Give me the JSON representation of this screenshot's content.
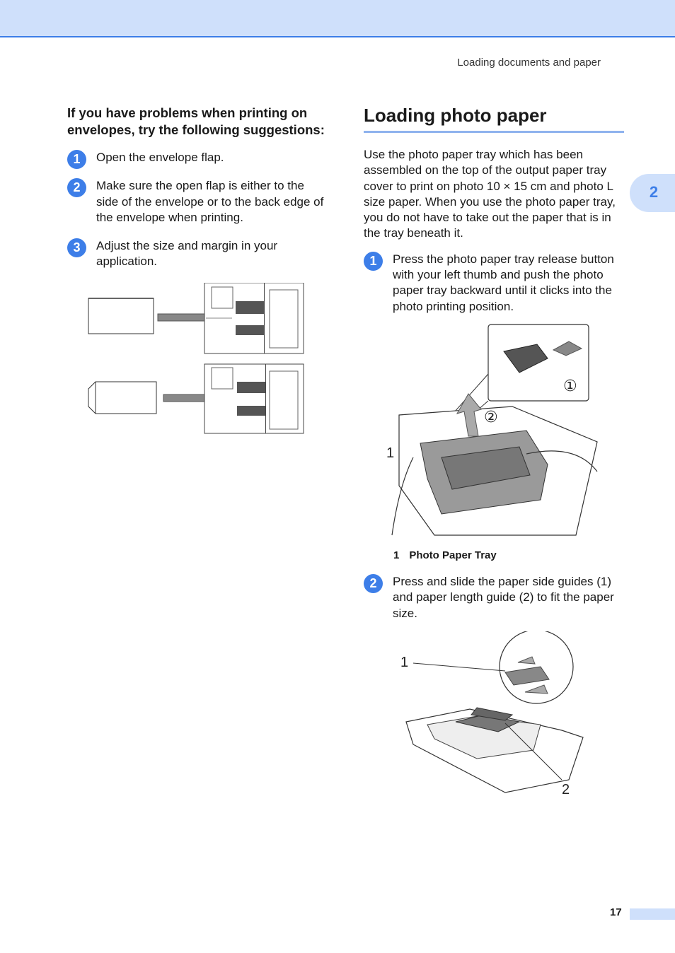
{
  "header": {
    "running_head": "Loading documents and paper"
  },
  "chapter_tab": {
    "number": "2"
  },
  "left_column": {
    "heading": "If you have problems when printing on envelopes, try the following suggestions:",
    "steps": [
      {
        "badge": "1",
        "text": "Open the envelope flap."
      },
      {
        "badge": "2",
        "text": "Make sure the open flap is either to the side of the envelope or to the back edge of the envelope when printing."
      },
      {
        "badge": "3",
        "text": "Adjust the size and margin in your application."
      }
    ]
  },
  "right_column": {
    "title": "Loading photo paper",
    "intro": "Use the photo paper tray which has been assembled on the top of the output paper tray cover to print on photo 10 × 15 cm and photo L size paper. When you use the photo paper tray, you do not have to take out the paper that is in the tray beneath it.",
    "steps": [
      {
        "badge": "1",
        "text": "Press the photo paper tray release button with your left thumb and push the photo paper tray backward until it clicks into the photo printing position."
      },
      {
        "badge": "2",
        "text": "Press and slide the paper side guides (1) and paper length guide (2) to fit the paper size."
      }
    ],
    "figure1": {
      "callout_circled_1": "①",
      "callout_circled_2": "②",
      "callout_1": "1"
    },
    "caption": {
      "number": "1",
      "text": "Photo Paper Tray"
    },
    "figure2": {
      "callout_1": "1",
      "callout_2": "2"
    }
  },
  "footer": {
    "page_number": "17"
  },
  "colors": {
    "accent": "#3d7ee8",
    "band": "#cfe0fb",
    "rule": "#8fb3ee"
  }
}
